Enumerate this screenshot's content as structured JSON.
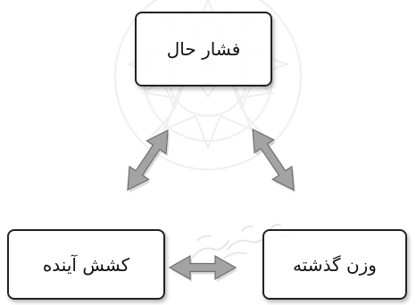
{
  "diagram": {
    "nodes": [
      {
        "id": "present_pressure",
        "label": "فشار حال"
      },
      {
        "id": "future_pull",
        "label": "کشش آینده"
      },
      {
        "id": "past_weight",
        "label": "وزن گذشته"
      }
    ],
    "edges": [
      {
        "from": "present_pressure",
        "to": "future_pull",
        "type": "bidirectional"
      },
      {
        "from": "present_pressure",
        "to": "past_weight",
        "type": "bidirectional"
      },
      {
        "from": "future_pull",
        "to": "past_weight",
        "type": "bidirectional"
      }
    ]
  },
  "colors": {
    "arrow_fill": "#a3a3a3",
    "arrow_stroke": "#6f6f6f",
    "box_border": "#222222",
    "text": "#111111",
    "watermark": "#ececec"
  }
}
